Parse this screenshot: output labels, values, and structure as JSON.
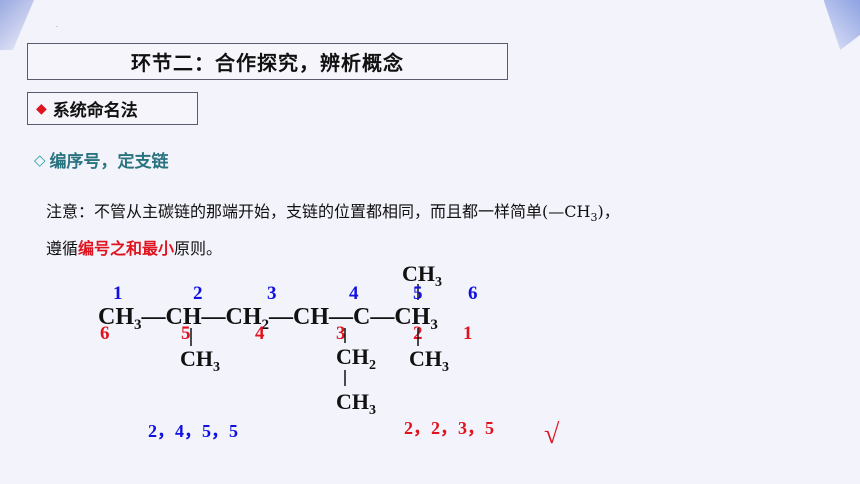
{
  "title": "环节二：合作探究，辨析概念",
  "section": {
    "marker": "◆",
    "label": "系统命名法"
  },
  "subheading": {
    "marker": "◇",
    "label": "编序号，定支链"
  },
  "note": {
    "line1_prefix": "注意：不管从主碳链的那端开始，支链的位置都相同，而且都一样简单(—CH",
    "line1_sub": "3",
    "line1_suffix": ")，",
    "line2_prefix": "遵循",
    "line2_emphasis": "编号之和最小",
    "line2_suffix": "原则。"
  },
  "formula": {
    "main_chain": [
      {
        "group": "CH",
        "sub": "3"
      },
      {
        "group": "CH",
        "sub": ""
      },
      {
        "group": "CH",
        "sub": "2"
      },
      {
        "group": "CH",
        "sub": ""
      },
      {
        "group": "C",
        "sub": ""
      },
      {
        "group": "CH",
        "sub": "3"
      }
    ],
    "bond": "—",
    "numbering_left": [
      "1",
      "2",
      "3",
      "4",
      "5",
      "6"
    ],
    "numbering_right": [
      "6",
      "5",
      "4",
      "3",
      "2",
      "1"
    ],
    "branches": {
      "c2_down": {
        "group": "CH",
        "sub": "3"
      },
      "c4_down_1": {
        "group": "CH",
        "sub": "2"
      },
      "c4_down_2": {
        "group": "CH",
        "sub": "3"
      },
      "c5_up": {
        "group": "CH",
        "sub": "3"
      },
      "c5_down": {
        "group": "CH",
        "sub": "3"
      }
    }
  },
  "locants": {
    "blue_sequence": "2，4，5，5",
    "red_sequence": "2，2，3，5",
    "check_mark": "√"
  },
  "colors": {
    "accent_red": "#e0141e",
    "blue": "#1010e0",
    "teal": "#2a7480"
  }
}
